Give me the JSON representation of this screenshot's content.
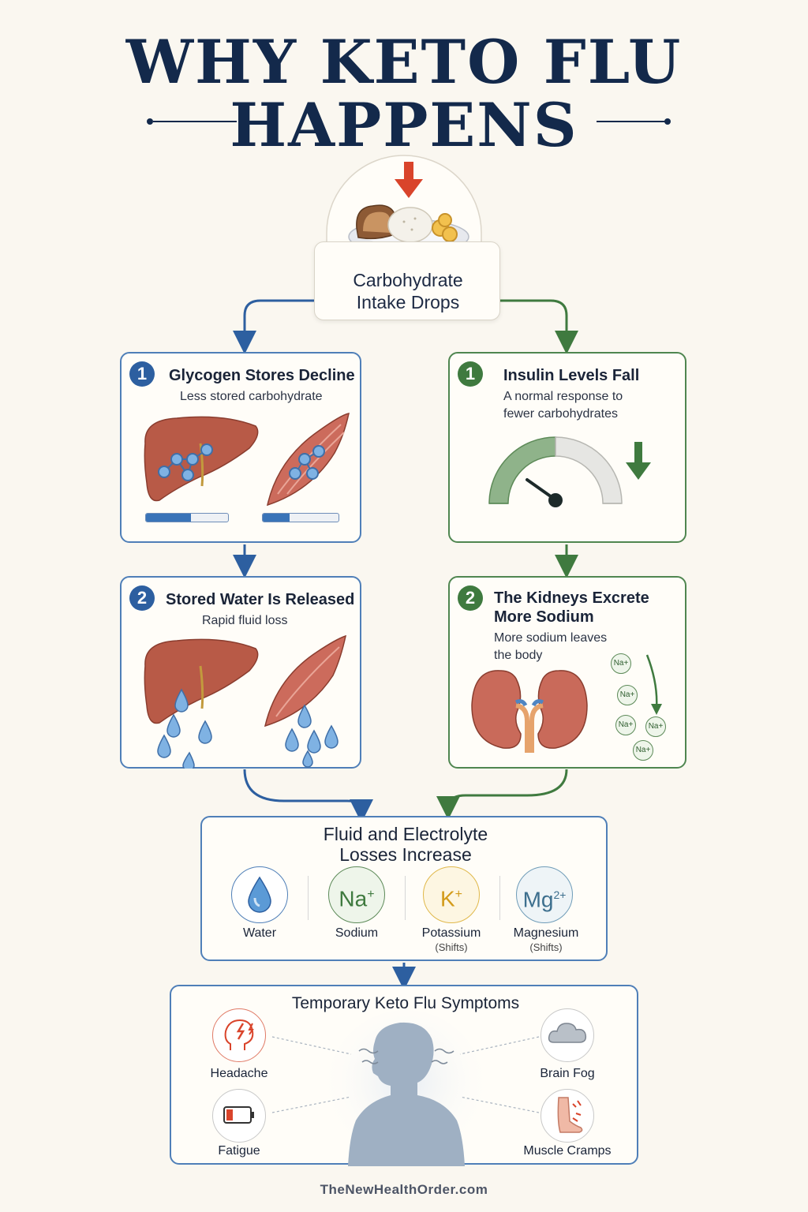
{
  "title": {
    "line1": "WHY KETO FLU",
    "line2": "HAPPENS"
  },
  "top": {
    "label_line1": "Carbohydrate",
    "label_line2": "Intake Drops"
  },
  "left_col": {
    "step1": {
      "number": "1",
      "title": "Glycogen Stores Decline",
      "subtitle": "Less stored carbohydrate",
      "liver_level": 0.55,
      "muscle_level": 0.35
    },
    "step2": {
      "number": "2",
      "title": "Stored Water Is Released",
      "subtitle": "Rapid fluid loss"
    }
  },
  "right_col": {
    "step1": {
      "number": "1",
      "title": "Insulin Levels Fall",
      "subtitle_line1": "A normal response to",
      "subtitle_line2": "fewer carbohydrates"
    },
    "step2": {
      "number": "2",
      "title_line1": "The Kidneys Excrete",
      "title_line2": "More Sodium",
      "subtitle_line1": "More sodium leaves",
      "subtitle_line2": "the body",
      "ion": "Na",
      "ion_charge": "+"
    }
  },
  "losses": {
    "title_line1": "Fluid and Electrolyte",
    "title_line2": "Losses Increase",
    "items": [
      {
        "label": "Water",
        "note": ""
      },
      {
        "label": "Sodium",
        "symbol": "Na",
        "charge": "+",
        "note": ""
      },
      {
        "label": "Potassium",
        "symbol": "K",
        "charge": "+",
        "note": "(Shifts)"
      },
      {
        "label": "Magnesium",
        "symbol": "Mg",
        "charge": "2+",
        "note": "(Shifts)"
      }
    ]
  },
  "symptoms": {
    "title": "Temporary Keto Flu Symptoms",
    "items": [
      "Headache",
      "Fatigue",
      "Brain Fog",
      "Muscle Cramps"
    ]
  },
  "footer": "TheNewHealthOrder.com",
  "colors": {
    "navy": "#13294b",
    "blue": "#2d5fa0",
    "green": "#3f7a3f",
    "red": "#d9442b",
    "organ": "#b85a47"
  }
}
